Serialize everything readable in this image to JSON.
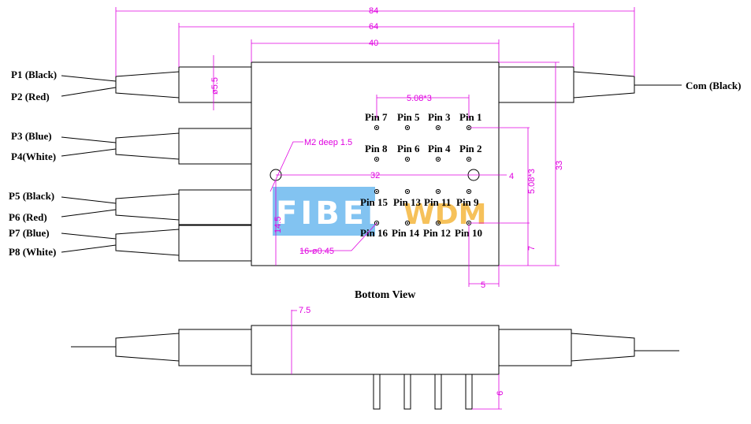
{
  "top_view": {
    "port_labels": {
      "p1": "P1 (Black)",
      "p2": "P2 (Red)",
      "p3": "P3 (Blue)",
      "p4": "P4(White)",
      "p5": "P5 (Black)",
      "p6": "P6 (Red)",
      "p7": "P7 (Blue)",
      "p8": "P8 (White)",
      "com": "Com (Black)"
    },
    "pin_labels": {
      "pin7": "Pin 7",
      "pin5": "Pin 5",
      "pin3": "Pin 3",
      "pin1": "Pin 1",
      "pin8": "Pin 8",
      "pin6": "Pin 6",
      "pin4": "Pin 4",
      "pin2": "Pin 2",
      "pin15": "Pin 15",
      "pin13": "Pin 13",
      "pin11": "Pin 11",
      "pin9": "Pin 9",
      "pin16": "Pin 16",
      "pin14": "Pin 14",
      "pin12": "Pin 12",
      "pin10": "Pin 10"
    },
    "dimensions": {
      "overall_length": "84",
      "fiber_span": "64",
      "body_width": "40",
      "pin_pitch": "5.08*3",
      "tube_dia": "ø5.5",
      "hole_note": "M2 deep 1.5",
      "hole_span": "32",
      "hole_offset": "4",
      "pin_pitch_v": "5.08*3",
      "body_height": "33",
      "hole_height": "14.5",
      "pin_row_offset": "7",
      "pin_col_offset": "5",
      "pin_note": "16-ø0.45"
    },
    "caption": "Bottom View"
  },
  "side_view": {
    "dimensions": {
      "thickness": "7.5",
      "pin_length": "6"
    }
  },
  "watermark": {
    "text_left": "FIBER",
    "text_right": "WDM"
  },
  "colors": {
    "dimension": "#e000e0",
    "outline": "#000000",
    "watermark_blue": "#6cb8ee",
    "watermark_orange": "#f6c15a"
  }
}
